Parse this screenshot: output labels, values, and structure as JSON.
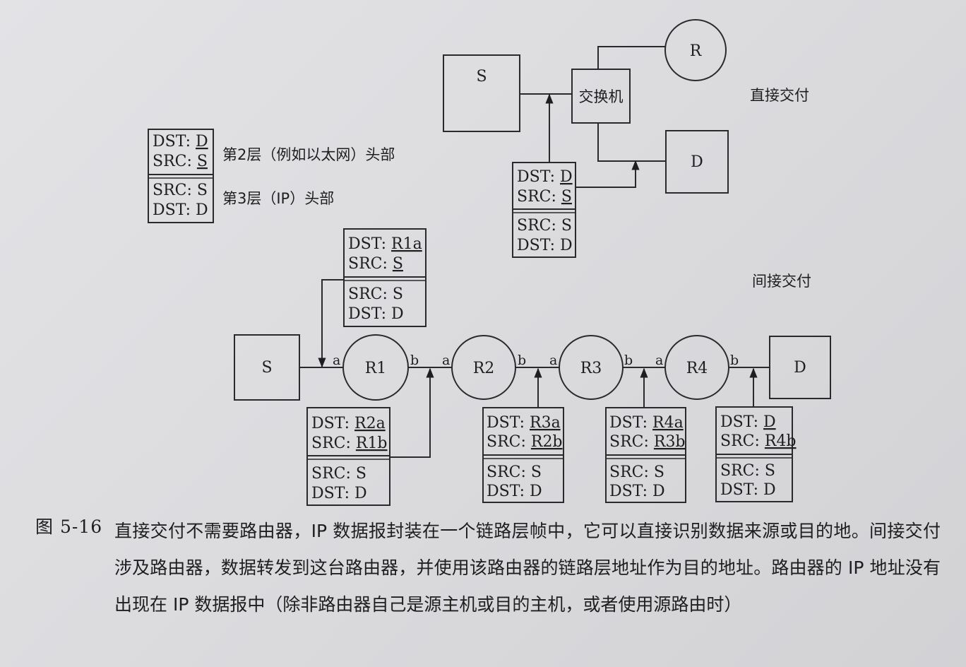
{
  "legend": {
    "box": {
      "dst": "DST: ",
      "dst_addr": "D",
      "src": "SRC: ",
      "src_addr": "S",
      "ip_src": "SRC: S",
      "ip_dst": "DST: D"
    },
    "layer2_label": "第2层（例如以太网）头部",
    "layer3_label": "第3层（IP）头部"
  },
  "direct": {
    "title": "直接交付",
    "source": "S",
    "switch": "交换机",
    "router": "R",
    "dest": "D",
    "packet": {
      "dst": "DST: ",
      "dst_addr": "D",
      "src": "SRC: ",
      "src_addr": "S",
      "ip_src": "SRC: S",
      "ip_dst": "DST: D"
    }
  },
  "indirect": {
    "title": "间接交付",
    "source": "S",
    "dest": "D",
    "routers": [
      "R1",
      "R2",
      "R3",
      "R4"
    ],
    "iface_a": "a",
    "iface_b": "b",
    "packets": [
      {
        "dst": "DST: ",
        "dst_addr": "R1a",
        "src": "SRC: ",
        "src_addr": "S",
        "ip_src": "SRC: S",
        "ip_dst": "DST: D"
      },
      {
        "dst": "DST: ",
        "dst_addr": "R2a",
        "src": "SRC: ",
        "src_addr": "R1b",
        "ip_src": "SRC: S",
        "ip_dst": "DST: D"
      },
      {
        "dst": "DST: ",
        "dst_addr": "R3a",
        "src": "SRC: ",
        "src_addr": "R2b",
        "ip_src": "SRC: S",
        "ip_dst": "DST: D"
      },
      {
        "dst": "DST: ",
        "dst_addr": "R4a",
        "src": "SRC: ",
        "src_addr": "R3b",
        "ip_src": "SRC: S",
        "ip_dst": "DST: D"
      },
      {
        "dst": "DST: ",
        "dst_addr": "D",
        "src": "SRC: ",
        "src_addr": "R4b",
        "ip_src": "SRC: S",
        "ip_dst": "DST: D"
      }
    ]
  },
  "caption": {
    "number": "图 5-16",
    "text": "直接交付不需要路由器，IP 数据报封装在一个链路层帧中，它可以直接识别数据来源或目的地。间接交付涉及路由器，数据转发到这台路由器，并使用该路由器的链路层地址作为目的地址。路由器的 IP 地址没有出现在 IP 数据报中（除非路由器自己是源主机或目的主机，或者使用源路由时）"
  }
}
